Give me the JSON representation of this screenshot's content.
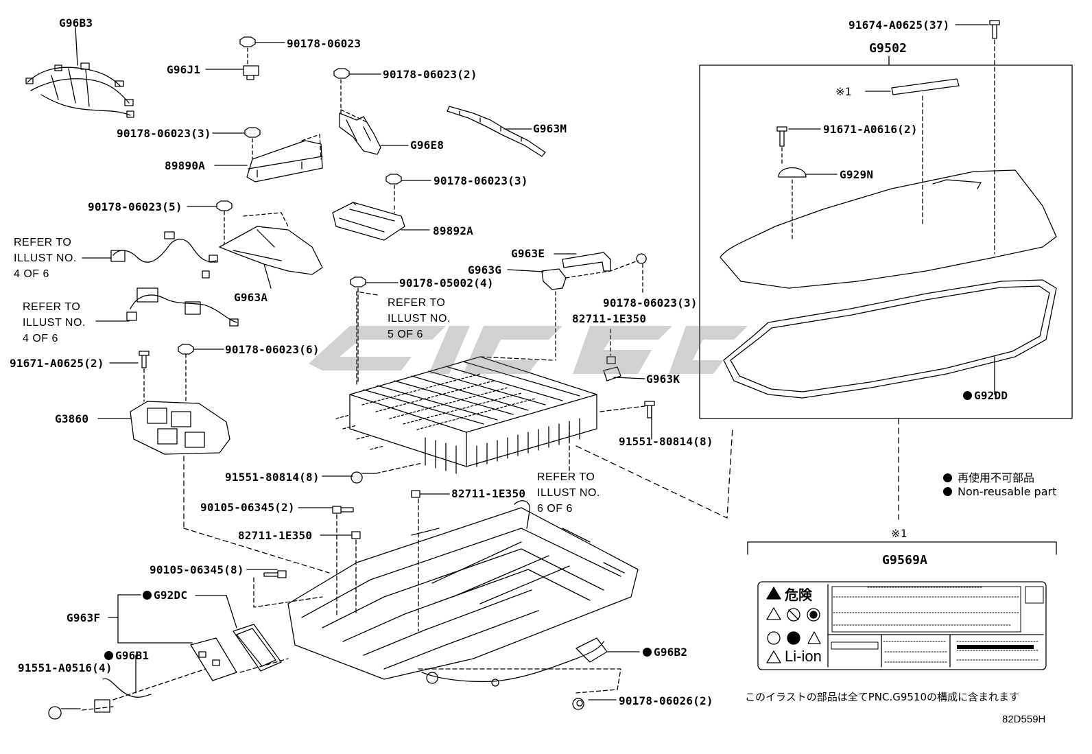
{
  "labels": {
    "g96b3": "G96B3",
    "p90178_06023_top": "90178-06023",
    "g96j1": "G96J1",
    "p90178_06023_2": "90178-06023(2)",
    "p90178_06023_3_left": "90178-06023(3)",
    "g963m": "G963M",
    "g96e8": "G96E8",
    "p89890a": "89890A",
    "p90178_06023_3_mid": "90178-06023(3)",
    "p90178_06023_5": "90178-06023(5)",
    "p89892a": "89892A",
    "g963e": "G963E",
    "g963g": "G963G",
    "p90178_05002_4": "90178-05002(4)",
    "g963a": "G963A",
    "p90178_06023_3_right": "90178-06023(3)",
    "p82711_1e350_a": "82711-1E350",
    "p91671_a0625_2": "91671-A0625(2)",
    "p90178_06023_6": "90178-06023(6)",
    "g963k": "G963K",
    "g3860": "G3860",
    "p91551_80814_8_right": "91551-80814(8)",
    "p91551_80814_8_left": "91551-80814(8)",
    "p82711_1e350_b": "82711-1E350",
    "p90105_06345_2": "90105-06345(2)",
    "p82711_1e350_c": "82711-1E350",
    "p90105_06345_8": "90105-06345(8)",
    "g92dc": "G92DC",
    "g963f": "G963F",
    "g96b1": "G96B1",
    "p91551_a0516_4": "91551-A0516(4)",
    "g96b2": "G96B2",
    "p90178_06026_2": "90178-06026(2)",
    "p91674_a0625_37": "91674-A0625(37)",
    "g9502": "G9502",
    "note1_top": "※1",
    "p91671_a0616_2": "91671-A0616(2)",
    "g929n": "G929N",
    "g92dd": "G92DD",
    "note1_bottom": "※1",
    "g9569a": "G9569A"
  },
  "refs": {
    "ref_4_of_6_a": [
      "REFER TO",
      "ILLUST NO.",
      "4 OF 6"
    ],
    "ref_4_of_6_b": [
      "REFER TO",
      "ILLUST NO.",
      "4 OF 6"
    ],
    "ref_5_of_6": [
      "REFER TO",
      "ILLUST NO.",
      "5 OF 6"
    ],
    "ref_6_of_6": [
      "REFER TO",
      "ILLUST NO.",
      "6 OF 6"
    ]
  },
  "legend": {
    "jp": "再使用不可部品",
    "en": "Non-reusable part"
  },
  "warning_label": {
    "title": "危険",
    "li_ion": "Li-ion"
  },
  "footer_note": "このイラストの部品は全てPNC.G9510の構成に含まれます",
  "diagram_code": "82D559H",
  "colors": {
    "ink": "#000000",
    "watermark": "#6b6b6b"
  }
}
